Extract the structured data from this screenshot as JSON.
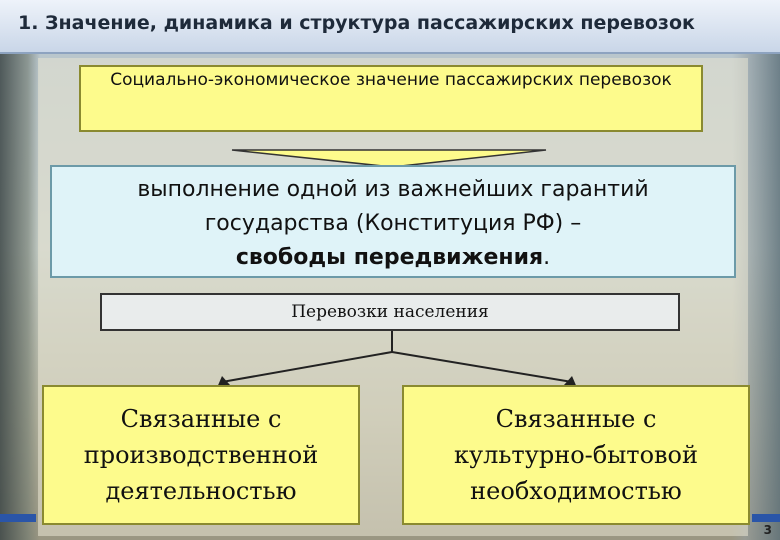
{
  "title": "1. Значение, динамика и структура пассажирских перевозок",
  "box_top": "Социально-экономическое значение пассажирских перевозок",
  "guarantee": {
    "line1": "выполнение одной из важнейших гарантий",
    "line2": "государства (Конституция РФ) –",
    "line3_bold": "свободы передвижения",
    "line3_end": "."
  },
  "middle": "Перевозки населения",
  "left_box": [
    "Связанные с",
    "производственной",
    "деятельностью"
  ],
  "right_box": [
    "Связанные с",
    "культурно-бытовой",
    "необходимостью"
  ],
  "page_number": "3"
}
